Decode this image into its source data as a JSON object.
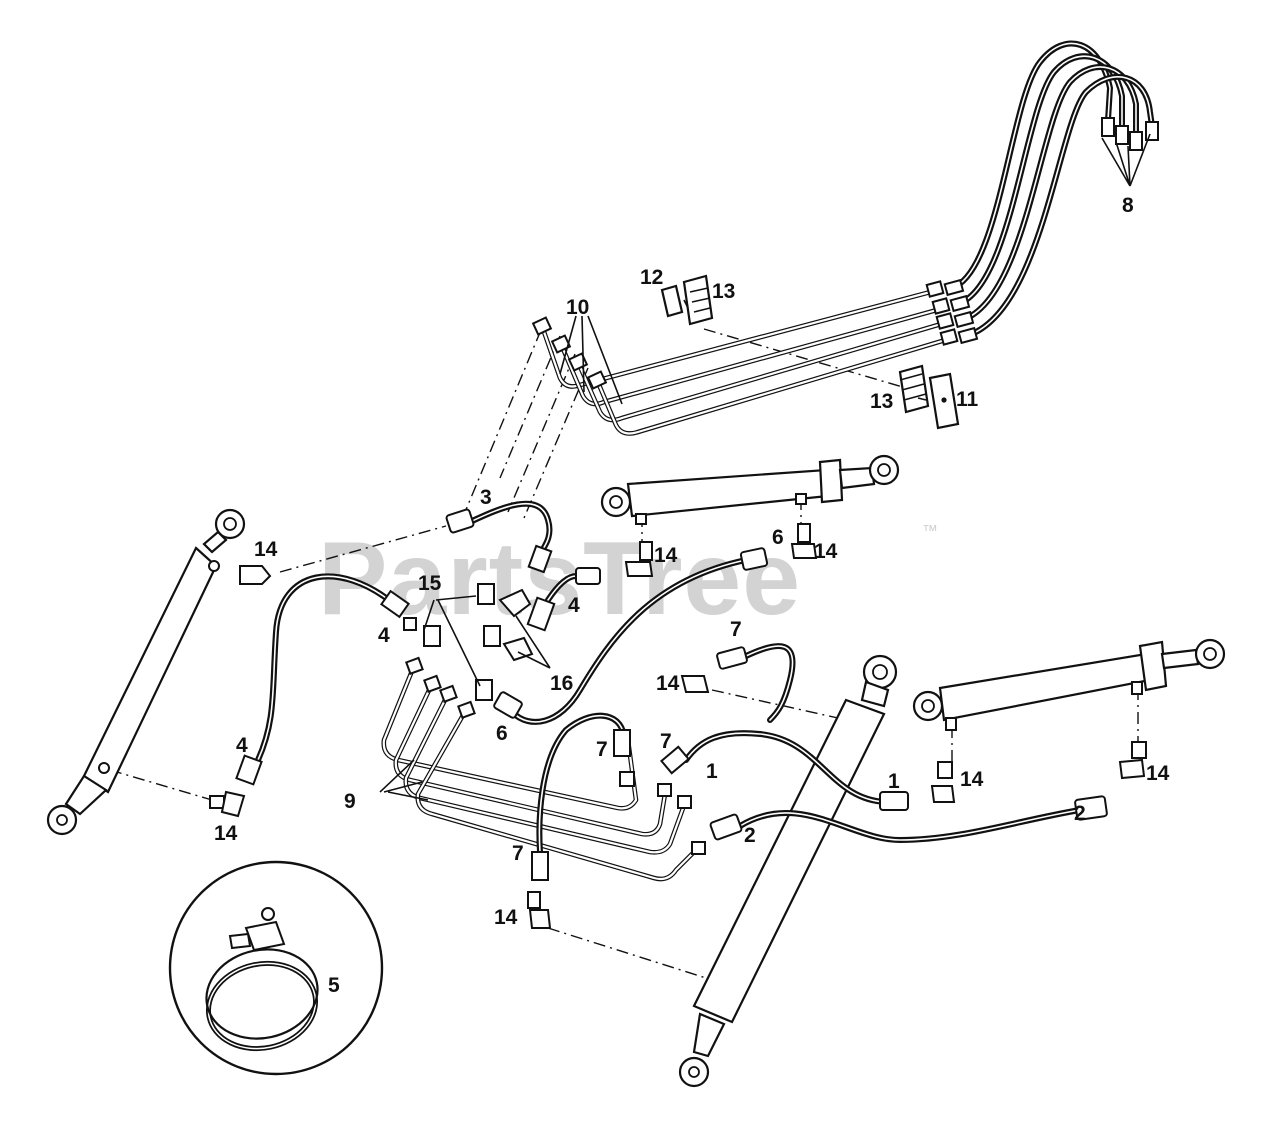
{
  "watermark": {
    "brand": "PartsTree",
    "trademark": "™"
  },
  "callouts": [
    {
      "id": "c1a",
      "text": "1"
    },
    {
      "id": "c1b",
      "text": "1"
    },
    {
      "id": "c2a",
      "text": "2"
    },
    {
      "id": "c2b",
      "text": "2"
    },
    {
      "id": "c3",
      "text": "3"
    },
    {
      "id": "c4a",
      "text": "4"
    },
    {
      "id": "c4b",
      "text": "4"
    },
    {
      "id": "c4c",
      "text": "4"
    },
    {
      "id": "c5",
      "text": "5"
    },
    {
      "id": "c6a",
      "text": "6"
    },
    {
      "id": "c6b",
      "text": "6"
    },
    {
      "id": "c7a",
      "text": "7"
    },
    {
      "id": "c7b",
      "text": "7"
    },
    {
      "id": "c7c",
      "text": "7"
    },
    {
      "id": "c7d",
      "text": "7"
    },
    {
      "id": "c8",
      "text": "8"
    },
    {
      "id": "c9",
      "text": "9"
    },
    {
      "id": "c10",
      "text": "10"
    },
    {
      "id": "c11",
      "text": "11"
    },
    {
      "id": "c12",
      "text": "12"
    },
    {
      "id": "c13a",
      "text": "13"
    },
    {
      "id": "c13b",
      "text": "13"
    },
    {
      "id": "c14a",
      "text": "14"
    },
    {
      "id": "c14b",
      "text": "14"
    },
    {
      "id": "c14c",
      "text": "14"
    },
    {
      "id": "c14d",
      "text": "14"
    },
    {
      "id": "c14e",
      "text": "14"
    },
    {
      "id": "c14f",
      "text": "14"
    },
    {
      "id": "c14g",
      "text": "14"
    },
    {
      "id": "c14h",
      "text": "14"
    },
    {
      "id": "c15",
      "text": "15"
    },
    {
      "id": "c16",
      "text": "16"
    }
  ]
}
